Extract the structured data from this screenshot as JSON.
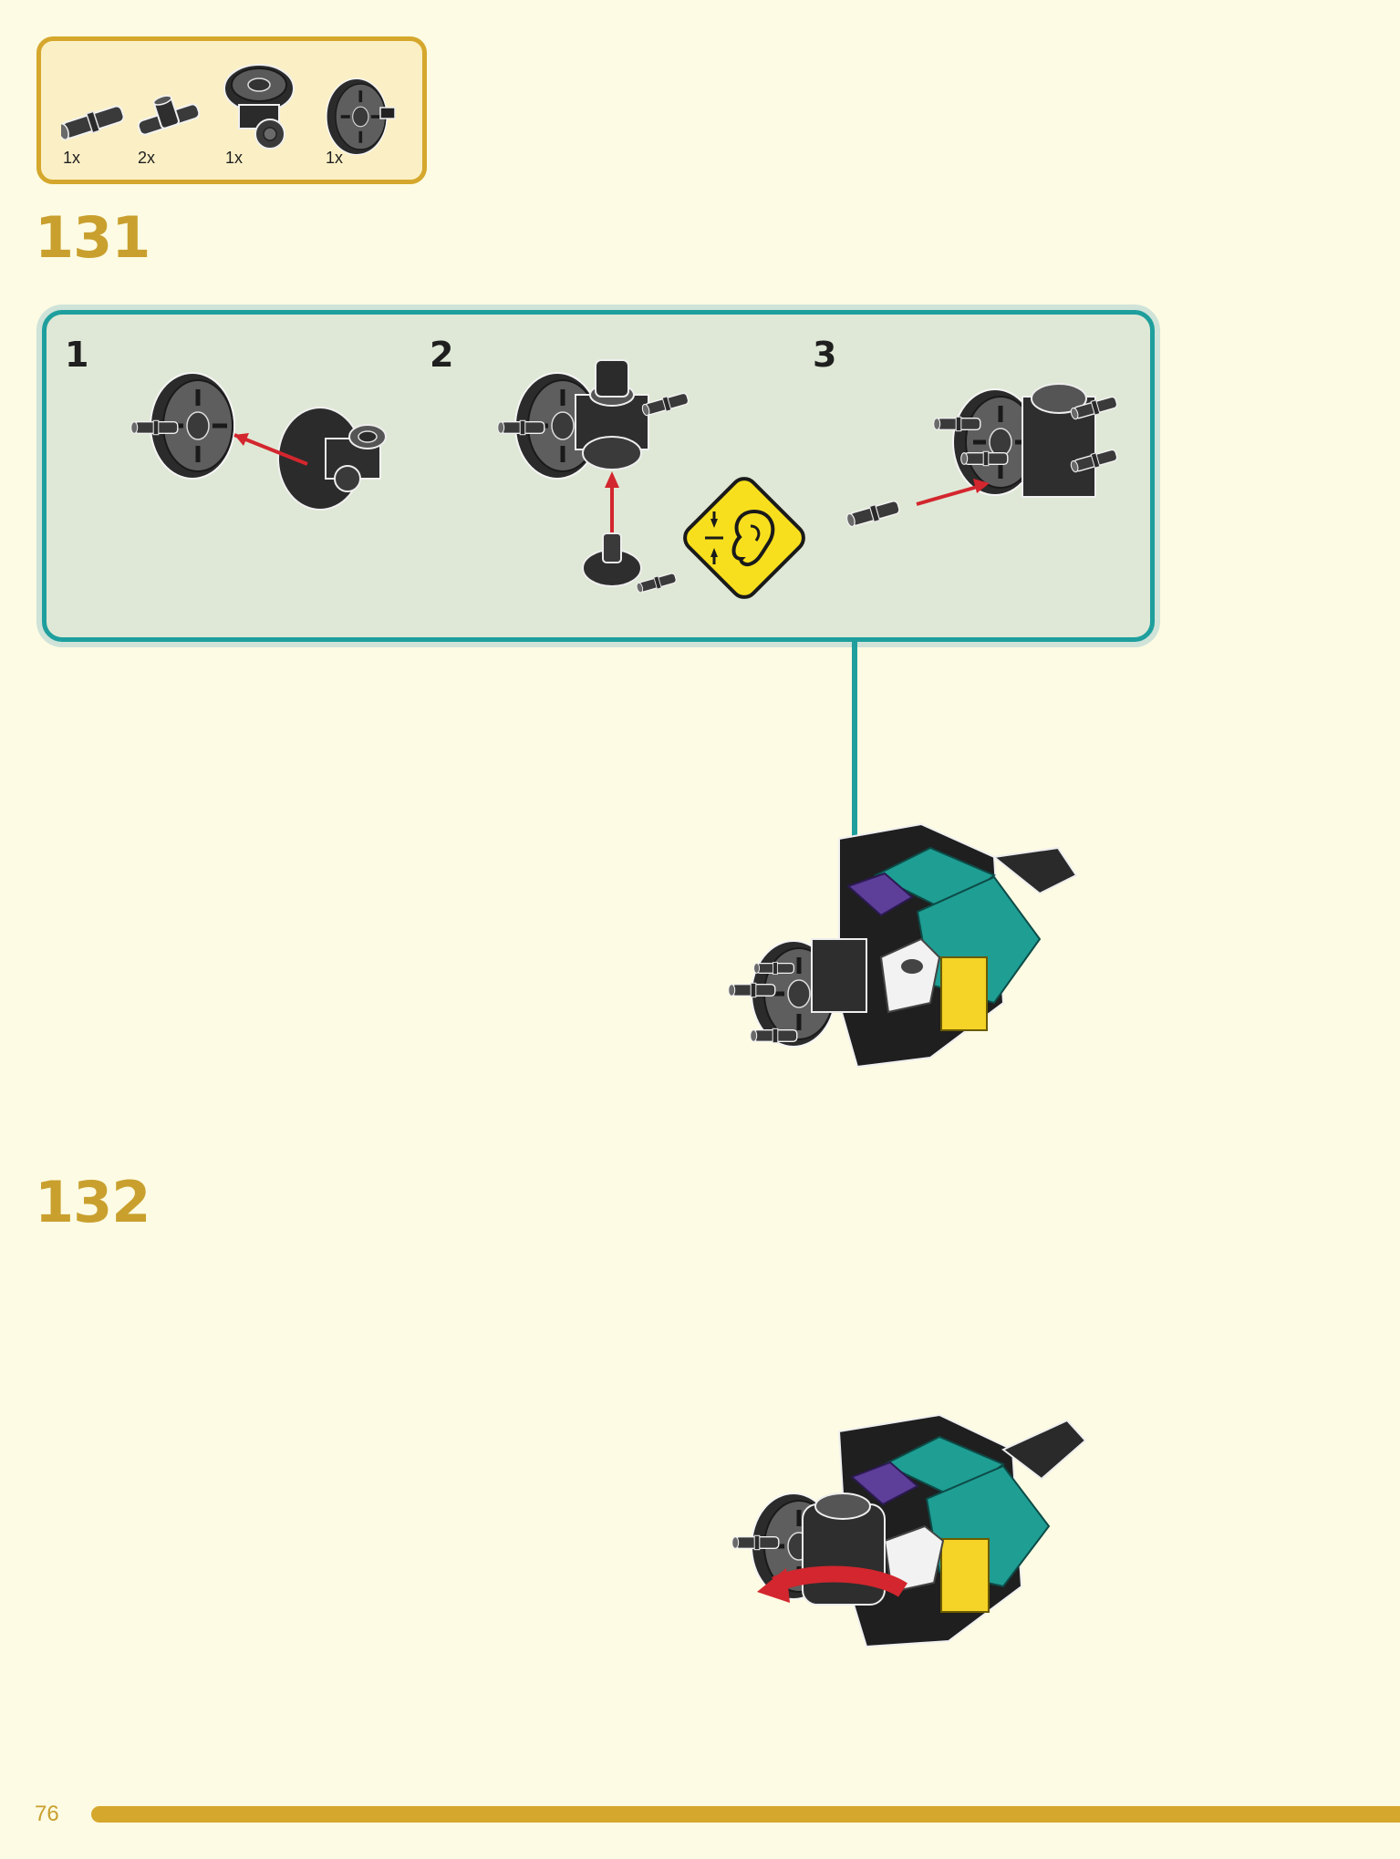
{
  "parts_list": [
    {
      "count": "1x",
      "part": "axle-pin-icon"
    },
    {
      "count": "2x",
      "part": "pin-connector-icon"
    },
    {
      "count": "1x",
      "part": "turntable-icon"
    },
    {
      "count": "1x",
      "part": "wheel-hub-icon"
    }
  ],
  "steps": [
    {
      "number": "131",
      "substeps": [
        "1",
        "2",
        "3"
      ]
    },
    {
      "number": "132"
    }
  ],
  "callout_icon": "listen-for-click-icon",
  "page_number": "76",
  "colors": {
    "background": "#fdfbe3",
    "accent_gold": "#d5a72c",
    "callout_teal": "#1e9f9d",
    "callout_fill": "#dfe8d6",
    "arrow_red": "#d3262e",
    "brick_teal": "#1f9e93",
    "brick_purple": "#5d3e98",
    "brick_yellow": "#f5d327",
    "warning_yellow": "#f7df1e"
  }
}
